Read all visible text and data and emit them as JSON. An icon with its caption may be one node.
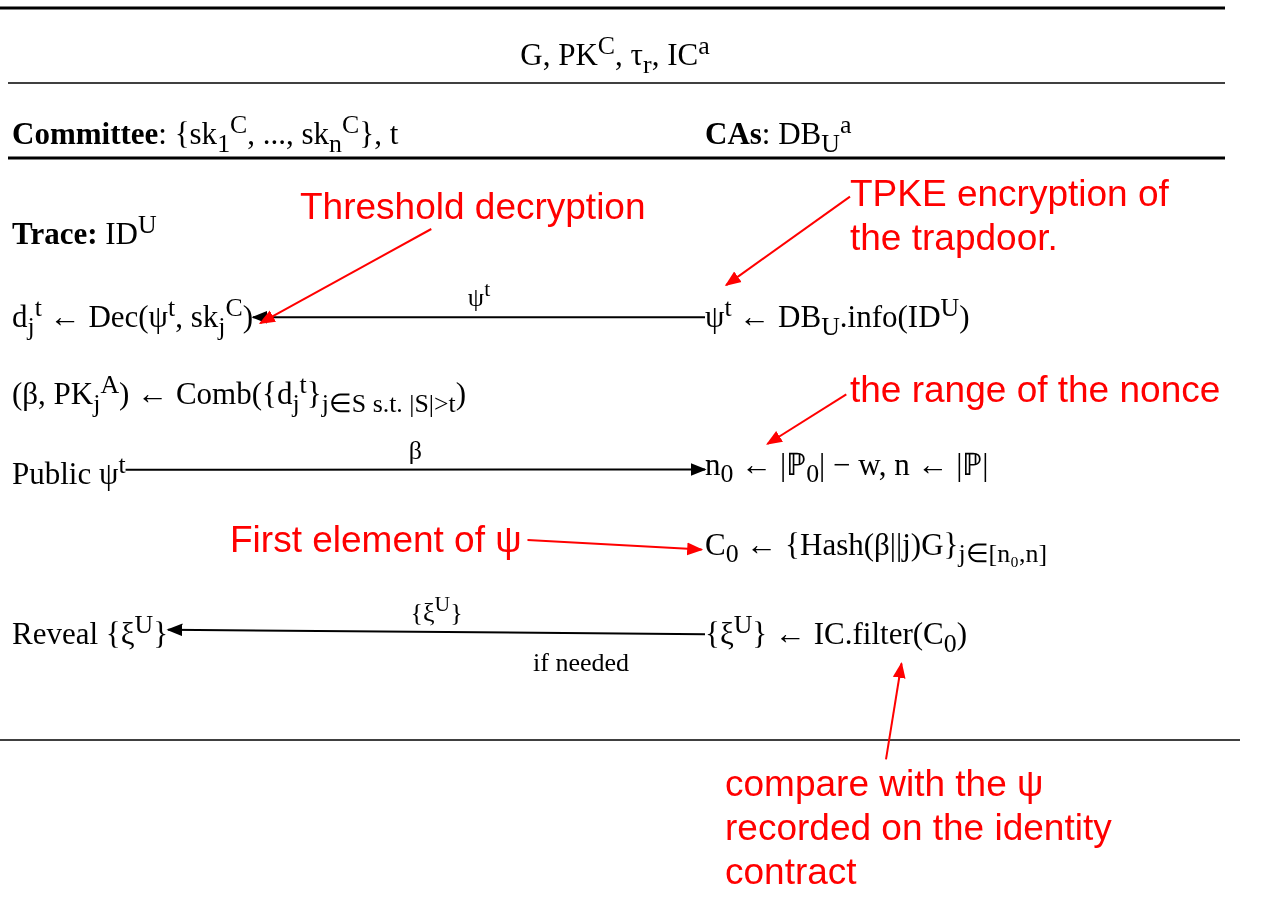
{
  "diagram": {
    "nodes": [
      {
        "text": [
          "G, PK$^{C}$, τ$_{r}$, IC$^{a}$"
        ]
      },
      {
        "text": [
          "**Committee**: {sk$_{1}$$^{C}$, ..., sk$_{n}$$^{C}$}, t"
        ]
      },
      {
        "text": [
          "**CAs**: DB$_{U}$$^{a}$"
        ]
      },
      {
        "text": [
          "**Trace:** ID$^{U}$"
        ]
      },
      {
        "text": [
          "d$_{j}$$^{t}$ ← Dec(ψ$^{t}$, sk$_{j}$$^{C}$)"
        ]
      },
      {
        "text": [
          "(β, PK$_{j}$$^{A}$) ← Comb({d$_{j}$$^{t}$}$_{j∈S s.t. |S|>t}$)"
        ]
      },
      {
        "text": [
          "Public ψ$^{t}$"
        ]
      },
      {
        "text": [
          "Reveal {ξ$^{U}$}"
        ]
      },
      {
        "text": [
          "ψ$^{t}$ ← DB$_{U}$.info(ID$^{U}$)"
        ]
      },
      {
        "text": [
          "n$_{0}$ ← |ℙ$_{0}$| − w, n ← |ℙ|"
        ]
      },
      {
        "text": [
          "C$_{0}$ ← {Hash(β||j)G}$_{j∈[n₀,n]}$"
        ]
      },
      {
        "text": [
          "{ξ$^{U}$} ← IC.filter(C$_{0}$)"
        ]
      },
      {
        "text": [
          "Threshold decryption"
        ]
      },
      {
        "text": [
          "TPKE encryption of the trapdoor."
        ]
      },
      {
        "text": [
          "the range of the nonce"
        ]
      },
      {
        "text": [
          "First element of ψ"
        ]
      },
      {
        "text": [
          "compare with the ψ recorded on the identity contract"
        ]
      }
    ],
    "edges": [
      {
        "from": 8,
        "to": 4,
        "arrow": "to",
        "label": "ψ$^{t}$",
        "color": "#000000"
      },
      {
        "from": 6,
        "to": 9,
        "arrow": "to",
        "label": "β",
        "color": "#000000"
      },
      {
        "from": 11,
        "to": 7,
        "arrow": "to",
        "label": "{ξ$^{U}$}",
        "color": "#000000"
      },
      {
        "from": 12,
        "to": 4,
        "arrow": "to"
      },
      {
        "from": 13,
        "to": 8,
        "arrow": "to"
      },
      {
        "from": 14,
        "to": 9,
        "arrow": "to"
      },
      {
        "from": 15,
        "to": 10,
        "arrow": "to"
      },
      {
        "from": 16,
        "to": 11,
        "arrow": "to"
      }
    ],
    "labels": [
      "if needed"
    ]
  }
}
